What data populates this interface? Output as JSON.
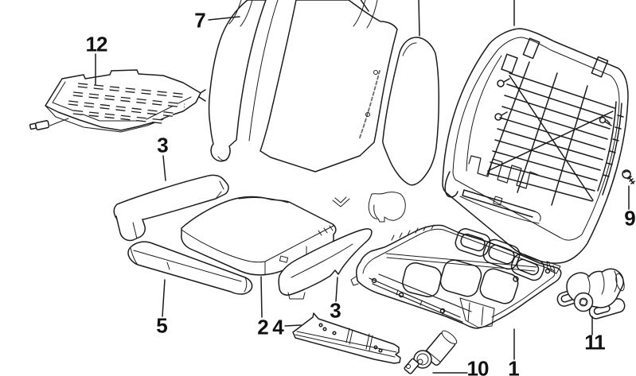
{
  "diagram": {
    "description": "Exploded line-art parts diagram of a vehicle front seat with numbered callouts",
    "colors": {
      "background": "#ffffff",
      "line": "#1c1c1c"
    },
    "labels": {
      "part12": "12",
      "part7": "7",
      "part3a": "3",
      "part5": "5",
      "part2": "2",
      "part4": "4",
      "part3b": "3",
      "part10": "10",
      "part1": "1",
      "part11": "11",
      "part9": "9"
    }
  }
}
